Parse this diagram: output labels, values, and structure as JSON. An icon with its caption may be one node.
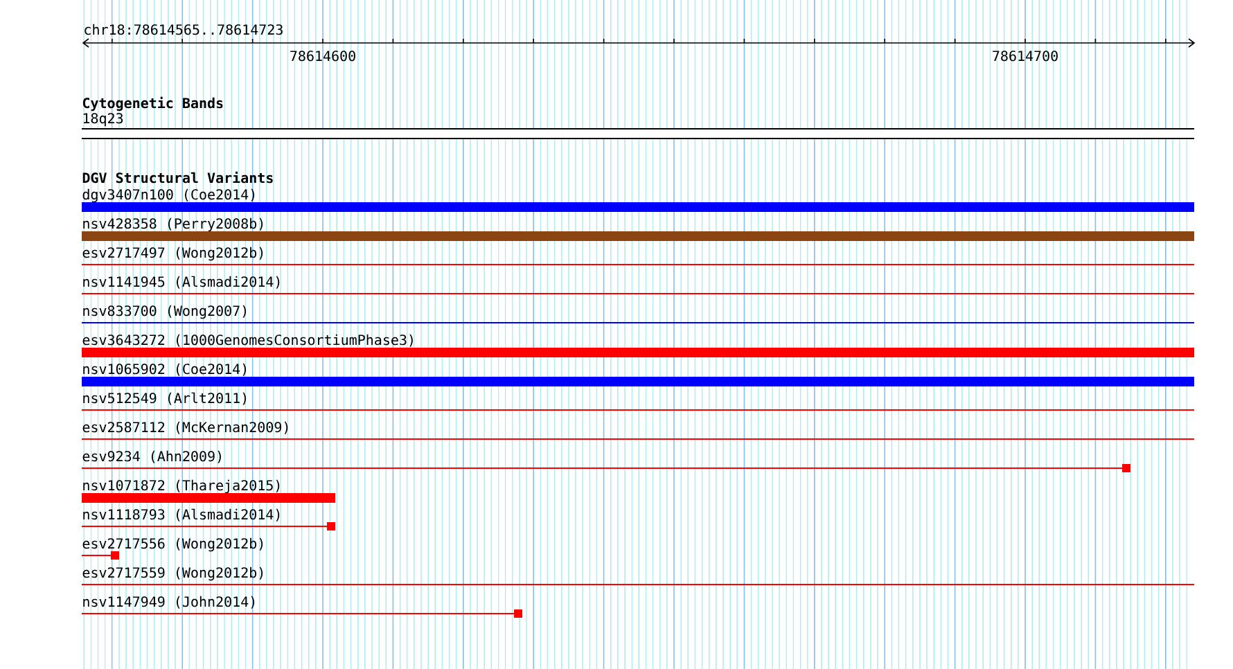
{
  "diagram": {
    "labels": [
      "chr18:78614565..78614723",
      "78614600",
      "78614700",
      "Cytogenetic Bands",
      "18q23",
      "DGV Structural Variants",
      "dgv3407n100 (Coe2014)",
      "nsv428358 (Perry2008b)",
      "esv2717497 (Wong2012b)",
      "nsv1141945 (Alsmadi2014)",
      "nsv833700 (Wong2007)",
      "esv3643272 (1000GenomesConsortiumPhase3)",
      "nsv1065902 (Coe2014)",
      "nsv512549 (Arlt2011)",
      "esv2587112 (McKernan2009)",
      "esv9234 (Ahn2009)",
      "nsv1071872 (Thareja2015)",
      "nsv1118793 (Alsmadi2014)",
      "esv2717556 (Wong2012b)",
      "esv2717559 (Wong2012b)",
      "nsv1147949 (John2014)"
    ]
  }
}
